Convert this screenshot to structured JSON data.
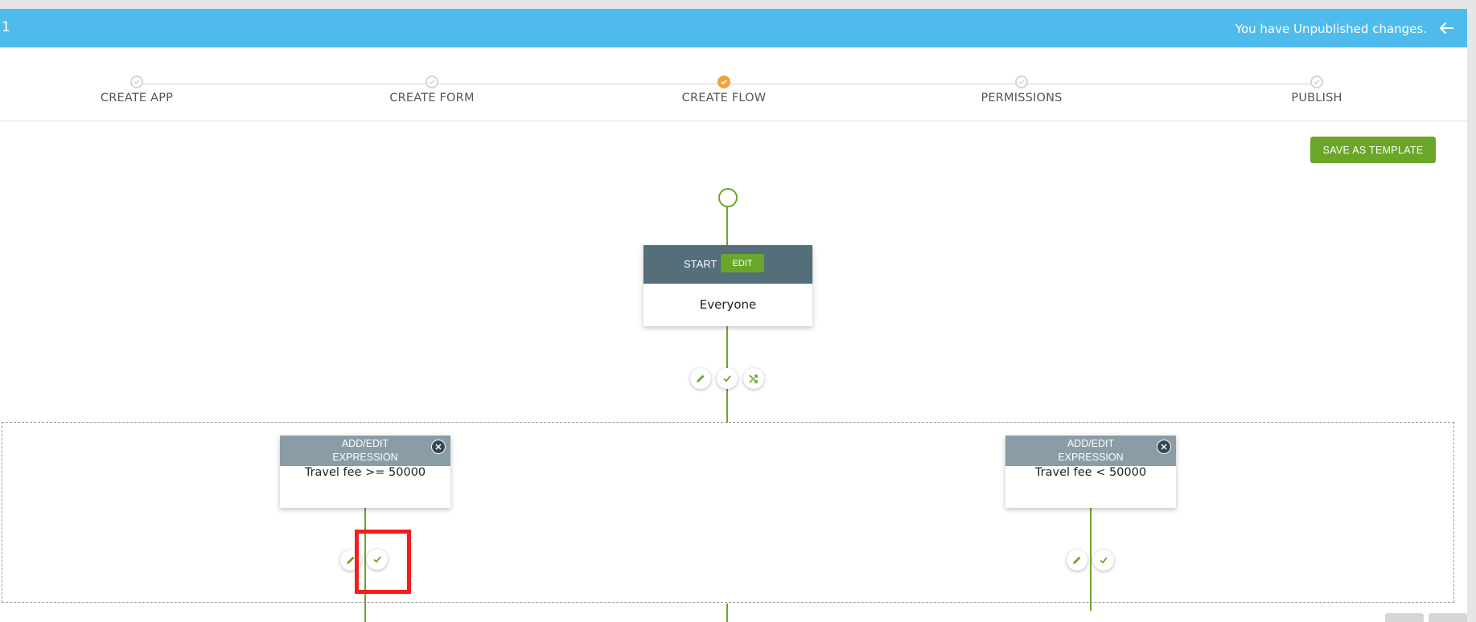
{
  "header": {
    "app_number": "1",
    "unpublished_text": "You have Unpublished changes.",
    "back_icon": "arrow-left-icon",
    "color": "#4fbbec"
  },
  "stepper": {
    "steps": [
      {
        "label": "CREATE APP",
        "state": "done"
      },
      {
        "label": "CREATE FORM",
        "state": "done"
      },
      {
        "label": "CREATE FLOW",
        "state": "active"
      },
      {
        "label": "PERMISSIONS",
        "state": "pending"
      },
      {
        "label": "PUBLISH",
        "state": "pending"
      }
    ],
    "active_color": "#f2a23a"
  },
  "actions": {
    "save_template_label": "SAVE AS TEMPLATE",
    "accent_color": "#6aa62a"
  },
  "flow": {
    "start_node": {
      "title": "START",
      "edit_label": "EDIT",
      "assignee": "Everyone"
    },
    "start_actions": [
      "pencil-icon",
      "check-icon",
      "shuffle-icon"
    ],
    "conditions": [
      {
        "header": "ADD/EDIT EXPRESSION",
        "header_line1": "ADD/EDIT",
        "header_line2": "EXPRESSION",
        "expression": "Travel fee >= 50000",
        "actions": [
          "pencil-icon",
          "check-icon"
        ]
      },
      {
        "header": "ADD/EDIT EXPRESSION",
        "header_line1": "ADD/EDIT",
        "header_line2": "EXPRESSION",
        "expression": "Travel fee < 50000",
        "actions": [
          "pencil-icon",
          "check-icon"
        ]
      }
    ]
  }
}
